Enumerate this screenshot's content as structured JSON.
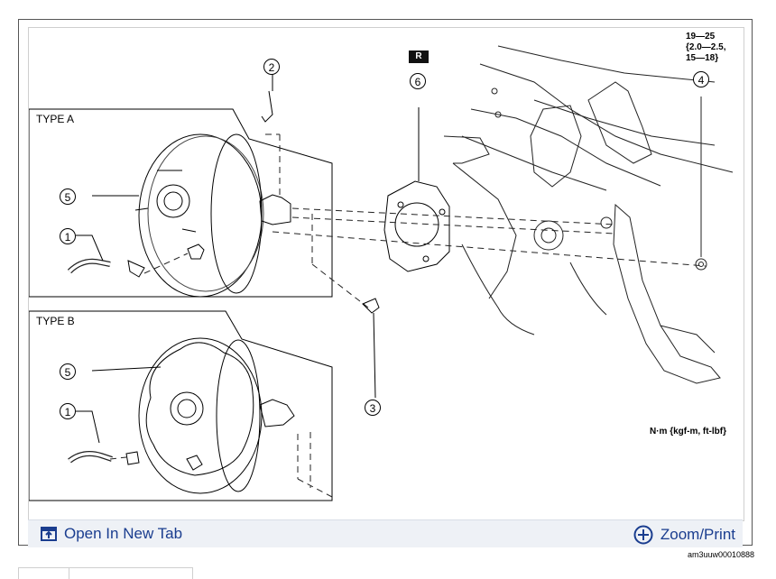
{
  "diagram": {
    "type_a_label": "TYPE A",
    "type_b_label": "TYPE B",
    "torque_lines": [
      "19—25",
      "{2.0—2.5,",
      "15—18}"
    ],
    "unit_label": "N·m {kgf-m, ft-lbf}",
    "reuse_badge": "R",
    "callouts": {
      "c1": "1",
      "c2": "2",
      "c3": "3",
      "c4": "4",
      "c5": "5",
      "c6": "6"
    }
  },
  "toolbar": {
    "open_tab_label": "Open In New Tab",
    "zoom_label": "Zoom/Print"
  },
  "figure_code": "am3uuw00010888",
  "colors": {
    "toolbar_bg": "#eef1f6",
    "toolbar_text": "#1a3d8f"
  }
}
